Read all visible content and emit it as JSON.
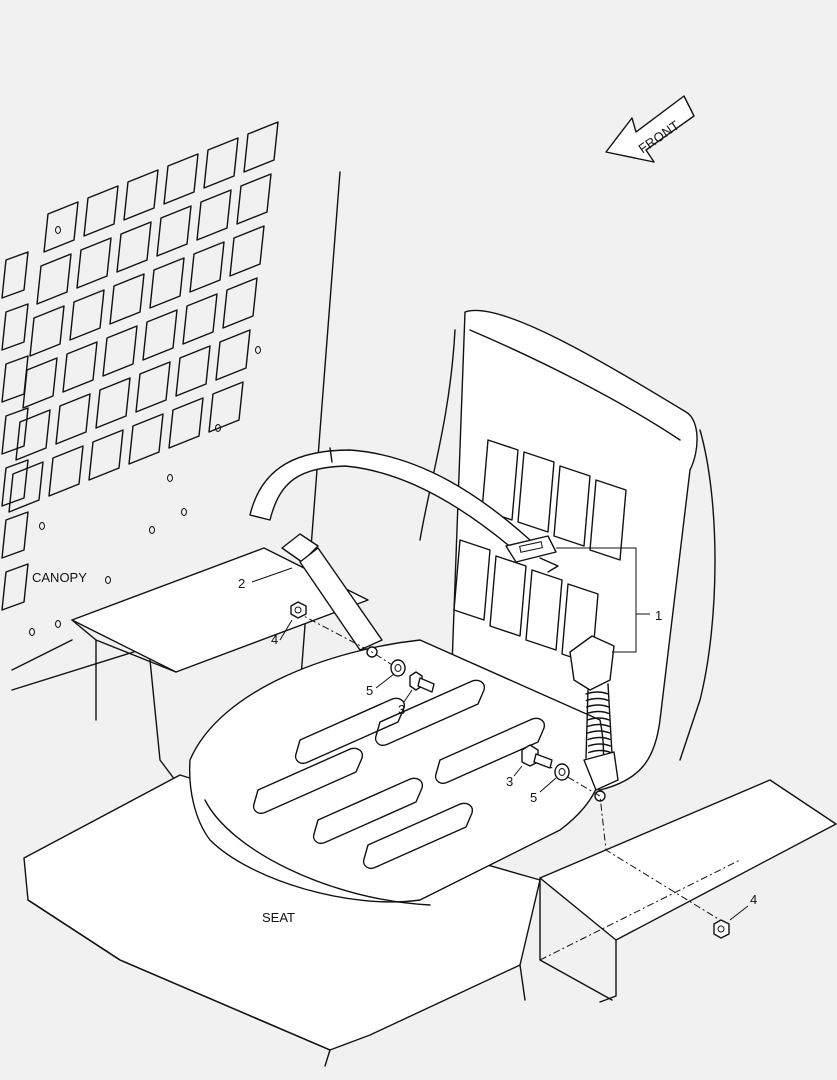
{
  "labels": {
    "front": "FRONT",
    "canopy": "CANOPY",
    "seat": "SEAT"
  },
  "callouts": {
    "belt_assembly": "1",
    "belt_left": "2",
    "bolt_left": "3",
    "bolt_right": "3",
    "nut_left": "4",
    "nut_right": "4",
    "washer_left": "5",
    "washer_right": "5"
  }
}
